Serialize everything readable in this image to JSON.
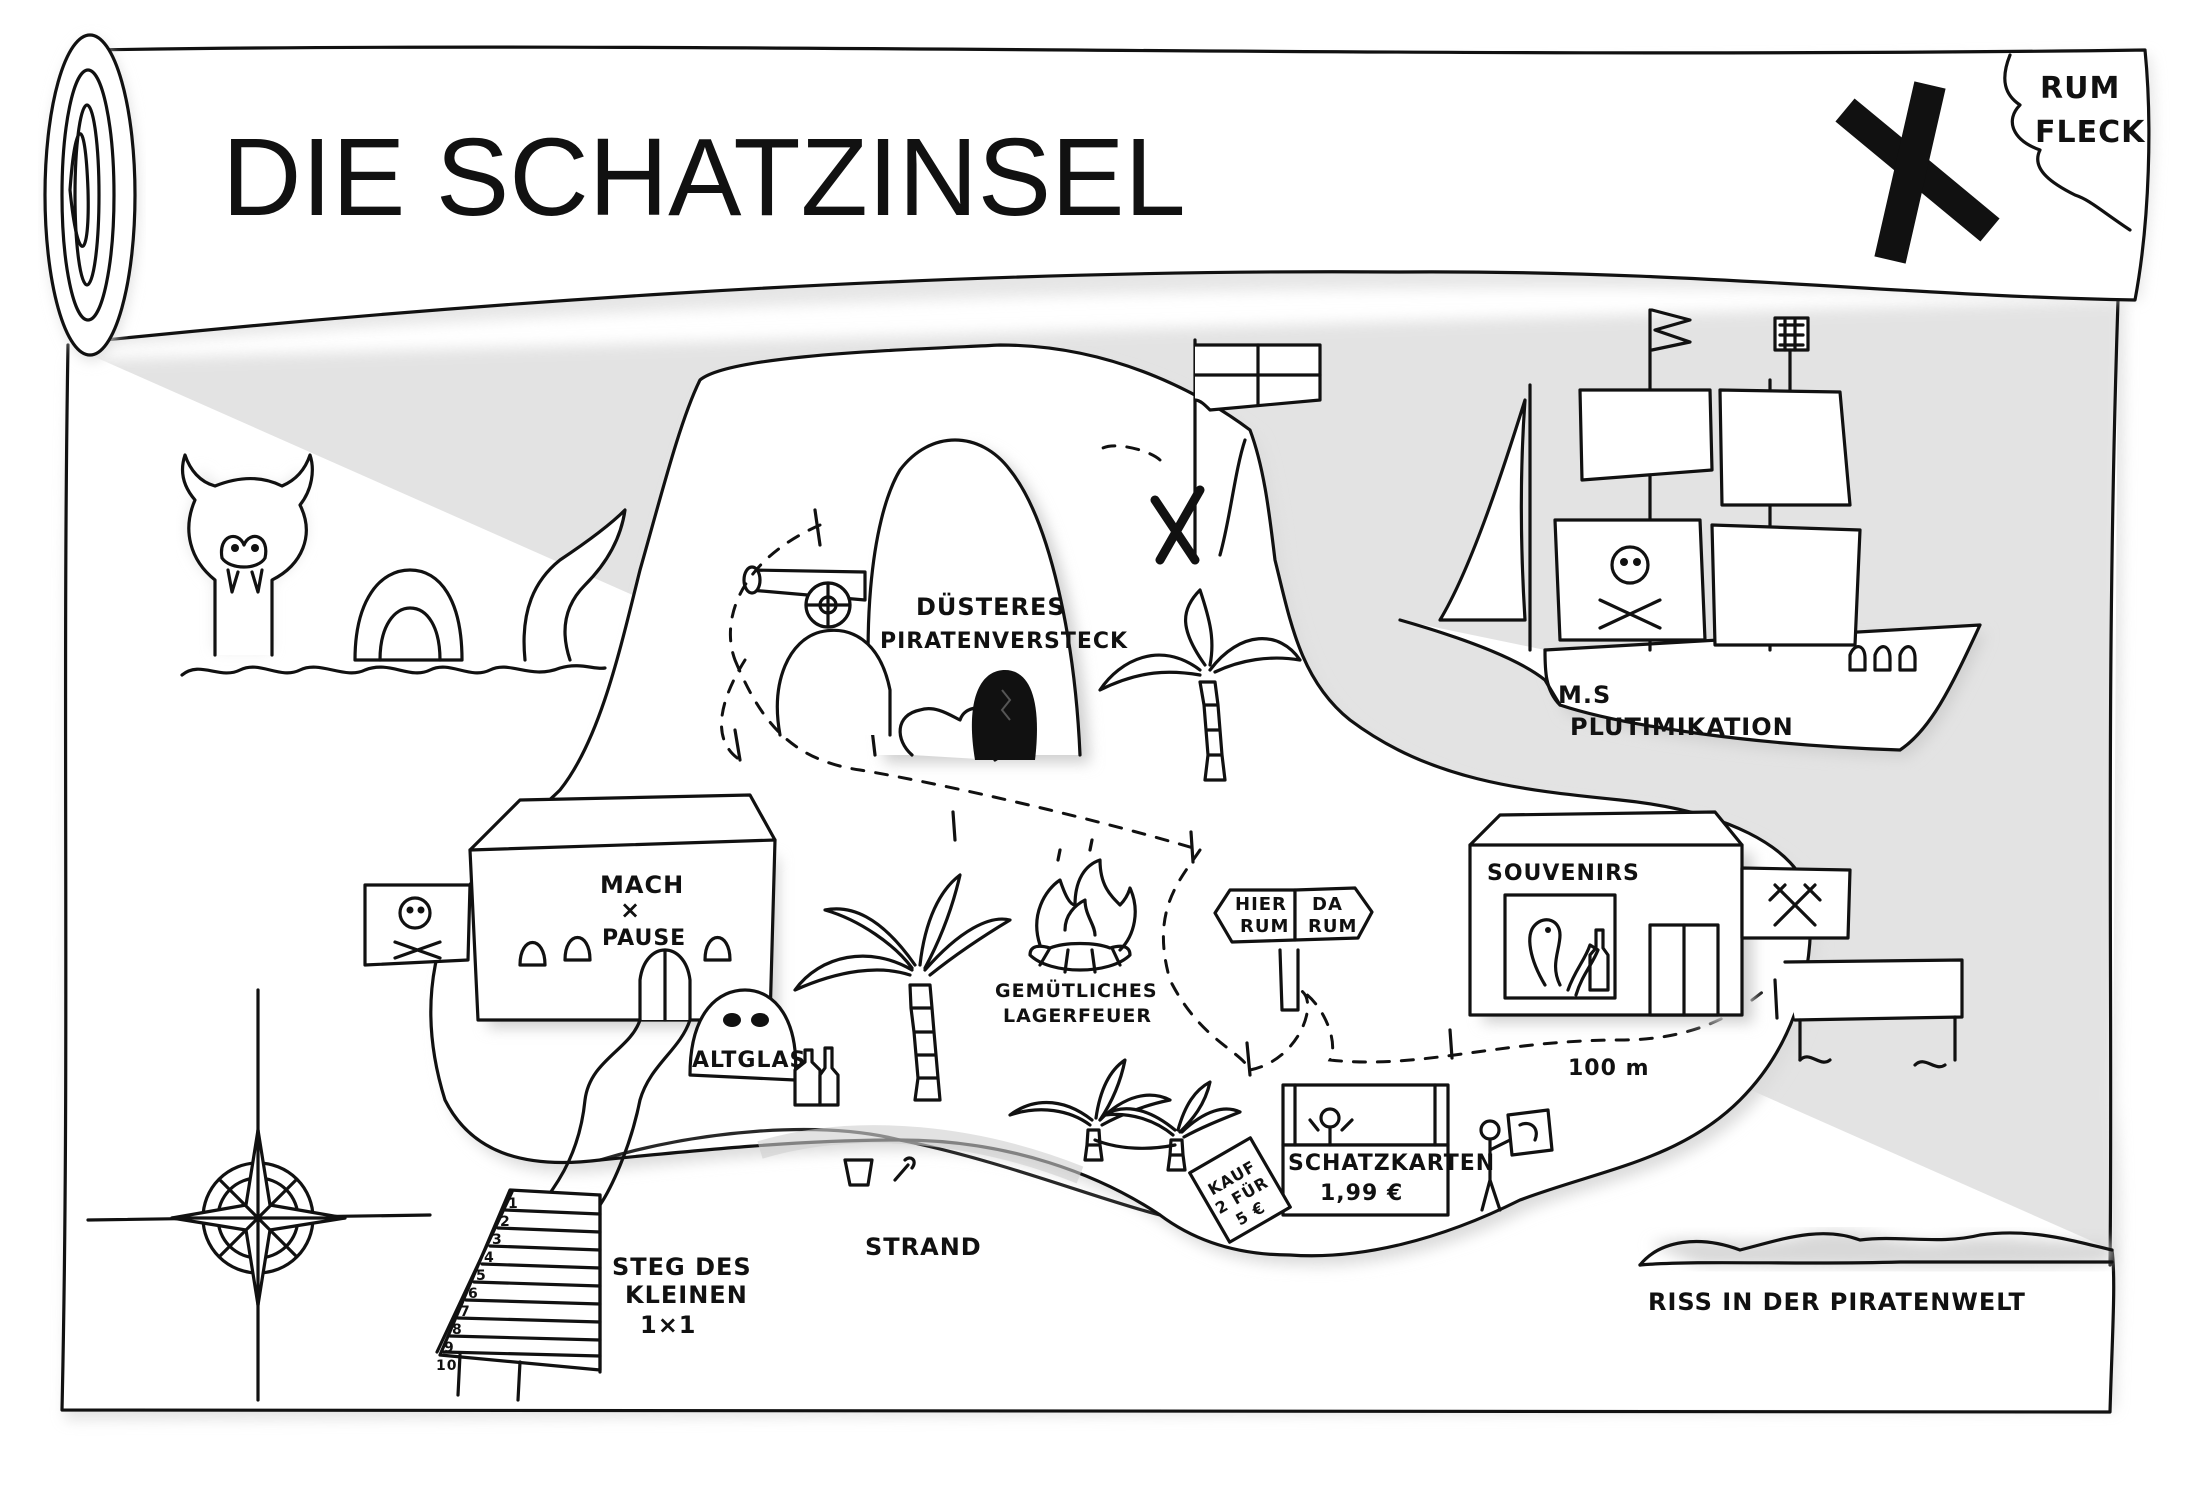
{
  "title": "DIE SCHATZINSEL",
  "corner_label": {
    "line1": "RUM",
    "line2": "FLECK"
  },
  "cave": {
    "line1": "DÜSTERES",
    "line2": "PIRATENVERSTECK"
  },
  "ship": {
    "line1": "M.S",
    "line2": "PLUTIMIKATION"
  },
  "rest_house": {
    "line1": "MACH",
    "line2": "×",
    "line3": "PAUSE"
  },
  "signpost": {
    "left1": "HIER",
    "left2": "RUM",
    "right1": "DA",
    "right2": "RUM"
  },
  "souvenirs": "SOUVENIRS",
  "campfire": {
    "line1": "GEMÜTLICHES",
    "line2": "LAGERFEUER"
  },
  "glass": "ALTGLAS",
  "map_shop": {
    "line1": "SCHATZKARTEN",
    "line2": "1,99 €"
  },
  "offer_sign": {
    "line1": "KAUF",
    "line2": "2 FÜR",
    "line3": "5 €"
  },
  "distance": "100 m",
  "beach": "STRAND",
  "pier": {
    "line1": "STEG DES",
    "line2": "KLEINEN",
    "line3": "1×1"
  },
  "pier_steps": [
    "1",
    "2",
    "3",
    "4",
    "5",
    "6",
    "7",
    "8",
    "9",
    "10"
  ],
  "rip": "RISS IN DER PIRATENWELT",
  "icons": [
    "sea-monster-icon",
    "skull-flag-icon",
    "swords-flag-icon",
    "compass-rose-icon",
    "cannon-icon",
    "palm-tree-icon",
    "campfire-icon",
    "parrot-icon",
    "bottle-icon",
    "treasure-x-icon"
  ],
  "colors": {
    "ink": "#111111",
    "paper": "#ffffff",
    "shadow": "#d8d8d8"
  }
}
